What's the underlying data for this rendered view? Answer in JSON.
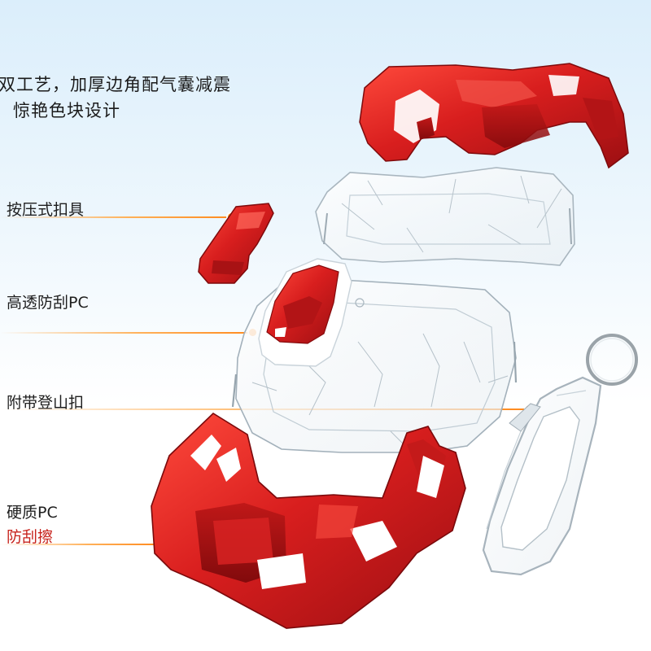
{
  "headline": {
    "line1": "双工艺，加厚边角配气囊减震",
    "line2": "惊艳色块设计"
  },
  "callouts": [
    {
      "id": "buckle",
      "text": "按压式扣具"
    },
    {
      "id": "clear-pc",
      "text": "高透防刮PC"
    },
    {
      "id": "carabiner",
      "text": "附带登山扣"
    },
    {
      "id": "hard-pc",
      "text": "硬质PC",
      "sub": "防刮擦"
    }
  ],
  "colors": {
    "accent_red": "#d41e1e",
    "leader_orange": "#ff8c1a"
  }
}
